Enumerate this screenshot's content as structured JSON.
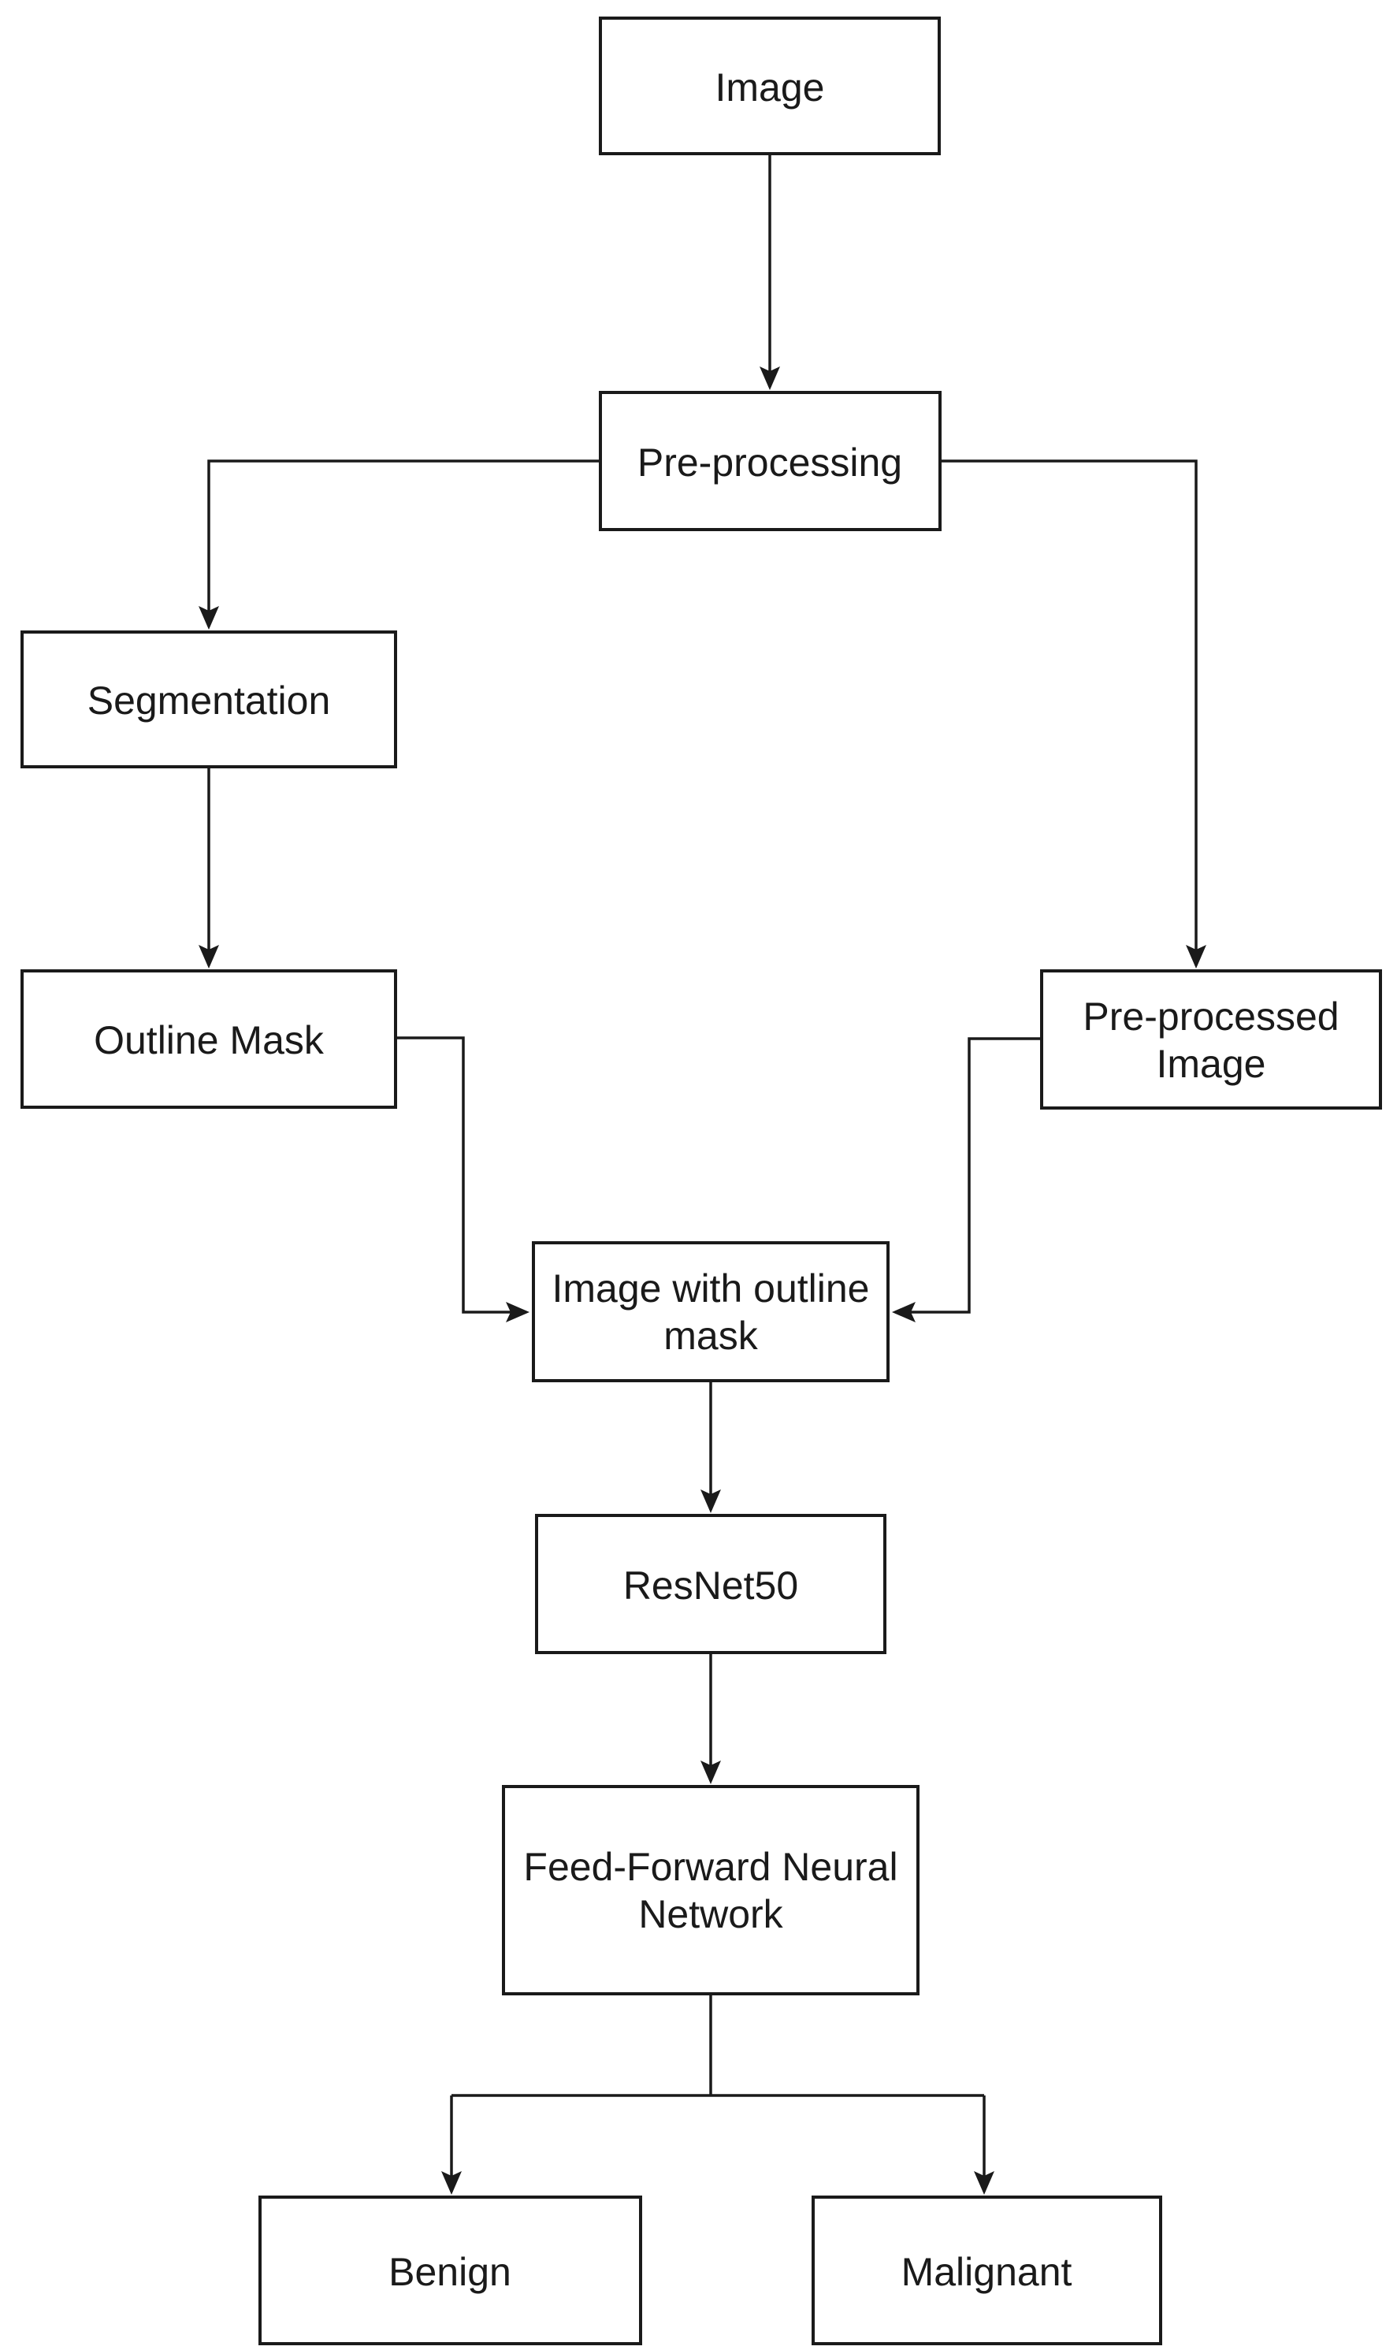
{
  "diagram": {
    "type": "flowchart",
    "colors": {
      "background": "#ffffff",
      "node_fill": "#ffffff",
      "stroke": "#1a1a1a",
      "text": "#1a1a1a"
    },
    "nodes": {
      "image": {
        "label": "Image",
        "lines": [
          "Image"
        ]
      },
      "preprocessing": {
        "label": "Pre-processing",
        "lines": [
          "Pre-processing"
        ]
      },
      "segmentation": {
        "label": "Segmentation",
        "lines": [
          "Segmentation"
        ]
      },
      "outline_mask": {
        "label": "Outline Mask",
        "lines": [
          "Outline Mask"
        ]
      },
      "preprocessed_image": {
        "label": "Pre-processed Image",
        "lines": [
          "Pre-processed",
          "Image"
        ]
      },
      "image_with_outline_mask": {
        "label": "Image with outline mask",
        "lines": [
          "Image with outline",
          "mask"
        ]
      },
      "resnet50": {
        "label": "ResNet50",
        "lines": [
          "ResNet50"
        ]
      },
      "ffnn": {
        "label": "Feed-Forward Neural Network",
        "lines": [
          "Feed-Forward Neural",
          "Network"
        ]
      },
      "benign": {
        "label": "Benign",
        "lines": [
          "Benign"
        ]
      },
      "malignant": {
        "label": "Malignant",
        "lines": [
          "Malignant"
        ]
      }
    },
    "edges": [
      {
        "from": "Image",
        "to": "Pre-processing"
      },
      {
        "from": "Pre-processing",
        "to": "Segmentation"
      },
      {
        "from": "Segmentation",
        "to": "Outline Mask"
      },
      {
        "from": "Pre-processing",
        "to": "Pre-processed Image"
      },
      {
        "from": "Outline Mask",
        "to": "Image with outline mask"
      },
      {
        "from": "Pre-processed Image",
        "to": "Image with outline mask"
      },
      {
        "from": "Image with outline mask",
        "to": "ResNet50"
      },
      {
        "from": "ResNet50",
        "to": "Feed-Forward Neural Network"
      },
      {
        "from": "Feed-Forward Neural Network",
        "to": "Benign"
      },
      {
        "from": "Feed-Forward Neural Network",
        "to": "Malignant"
      }
    ]
  }
}
